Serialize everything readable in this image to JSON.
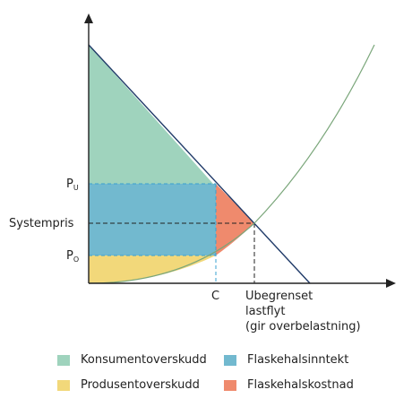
{
  "diagram": {
    "y_labels": {
      "pu_main": "P",
      "pu_sub": "U",
      "system_price": "Systempris",
      "po_main": "P",
      "po_sub": "O"
    },
    "x_labels": {
      "c": "C",
      "unlimited_line1": "Ubegrenset",
      "unlimited_line2": "lastflyt",
      "unlimited_line3": "(gir overbelastning)"
    }
  },
  "legend": {
    "items": [
      {
        "label": "Konsumentoverskudd",
        "color": "#9fd3bd"
      },
      {
        "label": "Flaskehalsinntekt",
        "color": "#72b9cf"
      },
      {
        "label": "Produsentoverskudd",
        "color": "#f2d87a"
      },
      {
        "label": "Flaskehalskostnad",
        "color": "#ef8a6d"
      }
    ]
  },
  "colors": {
    "demand_line": "#1f3a68",
    "supply_curve": "#7aa67a",
    "axis": "#222222",
    "guide_blue": "#3aa0d0",
    "guide_black": "#222222"
  }
}
